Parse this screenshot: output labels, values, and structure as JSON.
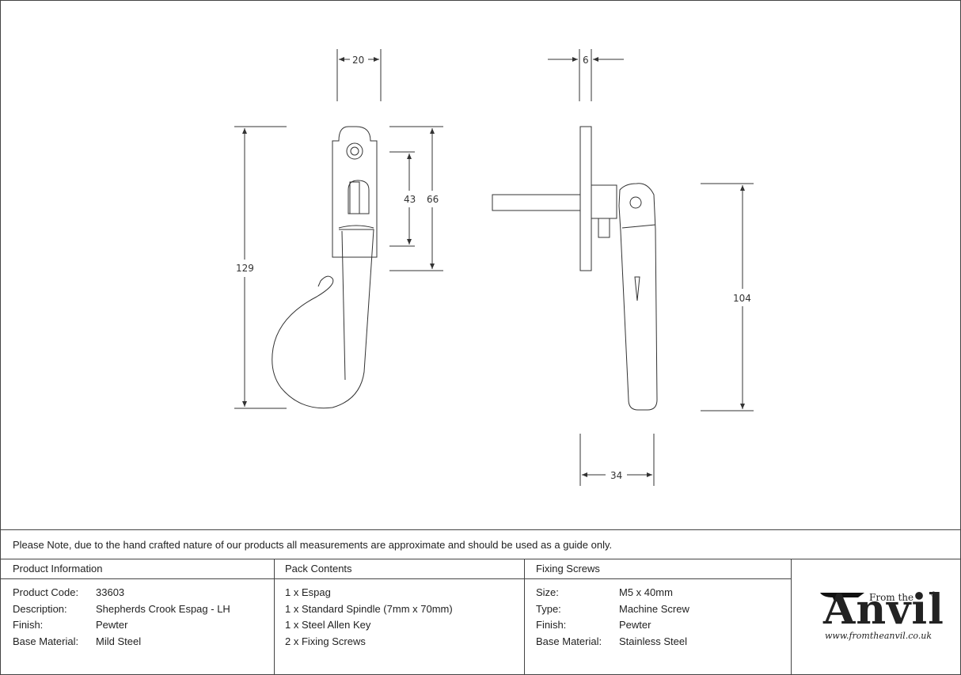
{
  "dimensions": {
    "top_width": "20",
    "side_thickness": "6",
    "overall_height": "129",
    "inner_height": "43",
    "plate_height": "66",
    "handle_length": "104",
    "projection": "34"
  },
  "note": "Please Note, due to the hand crafted nature of our products all measurements are approximate and should be used as a guide only.",
  "product_info": {
    "header": "Product Information",
    "rows": [
      {
        "label": "Product Code:",
        "value": "33603"
      },
      {
        "label": "Description:",
        "value": "Shepherds Crook Espag - LH"
      },
      {
        "label": "Finish:",
        "value": "Pewter"
      },
      {
        "label": "Base Material:",
        "value": "Mild Steel"
      }
    ]
  },
  "pack_contents": {
    "header": "Pack Contents",
    "items": [
      "1 x Espag",
      "1 x Standard Spindle (7mm x 70mm)",
      "1 x Steel Allen Key",
      "2 x Fixing Screws"
    ]
  },
  "fixing_screws": {
    "header": "Fixing Screws",
    "rows": [
      {
        "label": "Size:",
        "value": "M5 x 40mm"
      },
      {
        "label": "Type:",
        "value": "Machine Screw"
      },
      {
        "label": "Finish:",
        "value": "Pewter"
      },
      {
        "label": "Base Material:",
        "value": "Stainless Steel"
      }
    ]
  },
  "logo": {
    "from_the": "From the",
    "anvil": "Anvil",
    "registered": "®",
    "url": "www.fromtheanvil.co.uk"
  }
}
